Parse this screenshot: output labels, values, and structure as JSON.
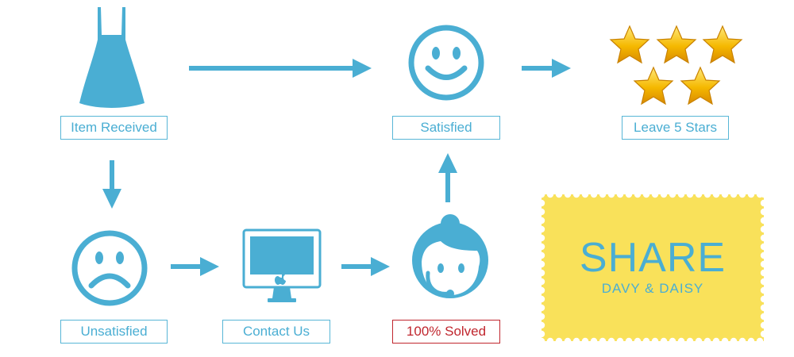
{
  "labels": {
    "item_received": "Item Received",
    "satisfied": "Satisfied",
    "leave_stars": "Leave 5 Stars",
    "unsatisfied": "Unsatisfied",
    "contact_us": "Contact Us",
    "solved": "100% Solved"
  },
  "stamp": {
    "title": "SHARE",
    "subtitle": "DAVY & DAISY"
  },
  "colors": {
    "primary": "#4aaed3",
    "solved": "#c0262e",
    "stamp": "#f9e15a",
    "star": "#f5b800"
  },
  "icons": [
    "dress-icon",
    "smiley-happy-icon",
    "stars-icon",
    "smiley-sad-icon",
    "computer-icon",
    "support-agent-icon"
  ]
}
